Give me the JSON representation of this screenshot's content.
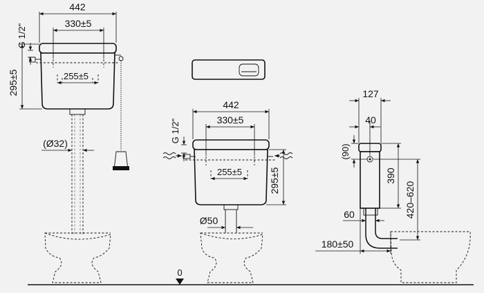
{
  "left_view": {
    "width": "442",
    "inlet_spacing": "330±5",
    "thread": "G 1/2\"",
    "height": "295±5",
    "outlet_spacing": "255±5",
    "pipe_diameter": "(Ø32)"
  },
  "middle_view": {
    "width": "442",
    "inlet_spacing": "330±5",
    "thread": "G 1/2\"",
    "height": "295±5",
    "outlet_spacing": "255±5",
    "pipe_diameter": "Ø50"
  },
  "side_view": {
    "depth": "127",
    "offset": "40",
    "inlet_height": "(90)",
    "tank_height": "390",
    "mount_range": "420–620",
    "pipe_projection": "60",
    "bowl_distance": "180±50"
  },
  "floor_mark": "0"
}
